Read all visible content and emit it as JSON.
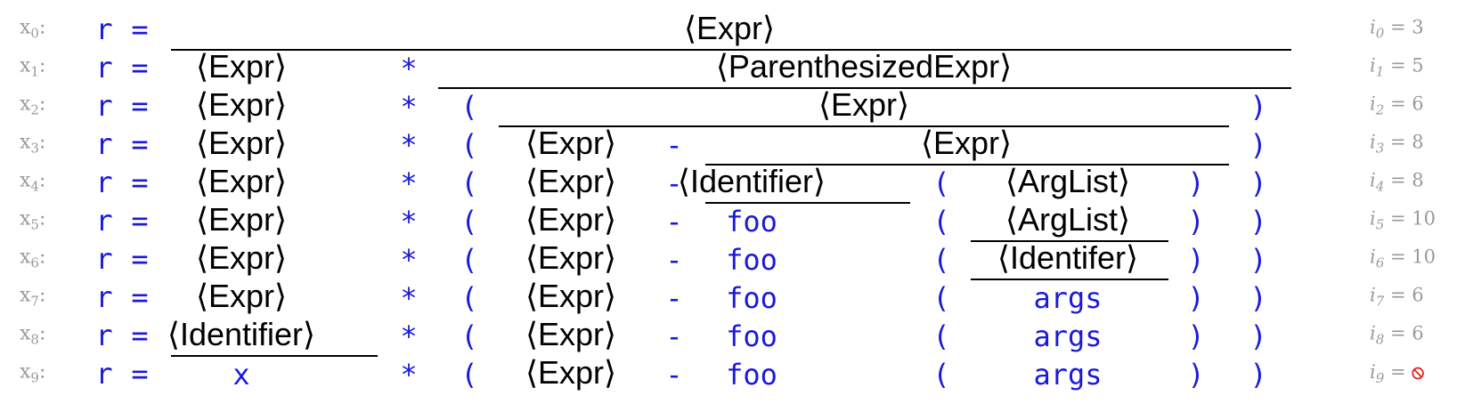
{
  "colors": {
    "terminal": "#1a1adb",
    "nonterminal": "#000000",
    "label": "#9a9a9a",
    "fail": "#e02020"
  },
  "rows": [
    {
      "var": "x",
      "sub": "0",
      "lhs": "r",
      "eq": "=",
      "tokens": [
        {
          "text": "⟨Expr⟩",
          "kind": "nt",
          "col": "full"
        }
      ],
      "index": {
        "var": "i",
        "sub": "0",
        "value": "3"
      }
    },
    {
      "var": "x",
      "sub": "1",
      "lhs": "r",
      "eq": "=",
      "tokens": [
        {
          "text": "⟨Expr⟩",
          "kind": "nt",
          "col": "a"
        },
        {
          "text": "*",
          "kind": "code",
          "col": "star"
        },
        {
          "text": "⟨ParenthesizedExpr⟩",
          "kind": "nt",
          "col": "paren-span"
        }
      ],
      "index": {
        "var": "i",
        "sub": "1",
        "value": "5"
      }
    },
    {
      "var": "x",
      "sub": "2",
      "lhs": "r",
      "eq": "=",
      "tokens": [
        {
          "text": "⟨Expr⟩",
          "kind": "nt",
          "col": "a"
        },
        {
          "text": "*",
          "kind": "code",
          "col": "star"
        },
        {
          "text": "(",
          "kind": "code",
          "col": "lp1"
        },
        {
          "text": "⟨Expr⟩",
          "kind": "nt",
          "col": "inner-span"
        },
        {
          "text": ")",
          "kind": "code",
          "col": "rp1"
        }
      ],
      "index": {
        "var": "i",
        "sub": "2",
        "value": "6"
      }
    },
    {
      "var": "x",
      "sub": "3",
      "lhs": "r",
      "eq": "=",
      "tokens": [
        {
          "text": "⟨Expr⟩",
          "kind": "nt",
          "col": "a"
        },
        {
          "text": "*",
          "kind": "code",
          "col": "star"
        },
        {
          "text": "(",
          "kind": "code",
          "col": "lp1"
        },
        {
          "text": "⟨Expr⟩",
          "kind": "nt",
          "col": "b"
        },
        {
          "text": "-",
          "kind": "code",
          "col": "minus"
        },
        {
          "text": "⟨Expr⟩",
          "kind": "nt",
          "col": "call-span"
        },
        {
          "text": ")",
          "kind": "code",
          "col": "rp1"
        }
      ],
      "index": {
        "var": "i",
        "sub": "3",
        "value": "8"
      }
    },
    {
      "var": "x",
      "sub": "4",
      "lhs": "r",
      "eq": "=",
      "tokens": [
        {
          "text": "⟨Expr⟩",
          "kind": "nt",
          "col": "a"
        },
        {
          "text": "*",
          "kind": "code",
          "col": "star"
        },
        {
          "text": "(",
          "kind": "code",
          "col": "lp1"
        },
        {
          "text": "⟨Expr⟩",
          "kind": "nt",
          "col": "b"
        },
        {
          "text": "-",
          "kind": "code",
          "col": "minus"
        },
        {
          "text": "⟨Identifier⟩",
          "kind": "nt",
          "col": "fn"
        },
        {
          "text": "(",
          "kind": "code",
          "col": "lp2"
        },
        {
          "text": "⟨ArgList⟩",
          "kind": "nt",
          "col": "arg"
        },
        {
          "text": ")",
          "kind": "code",
          "col": "rp2"
        },
        {
          "text": ")",
          "kind": "code",
          "col": "rp1"
        }
      ],
      "index": {
        "var": "i",
        "sub": "4",
        "value": "8"
      }
    },
    {
      "var": "x",
      "sub": "5",
      "lhs": "r",
      "eq": "=",
      "tokens": [
        {
          "text": "⟨Expr⟩",
          "kind": "nt",
          "col": "a"
        },
        {
          "text": "*",
          "kind": "code",
          "col": "star"
        },
        {
          "text": "(",
          "kind": "code",
          "col": "lp1"
        },
        {
          "text": "⟨Expr⟩",
          "kind": "nt",
          "col": "b"
        },
        {
          "text": "-",
          "kind": "code",
          "col": "minus"
        },
        {
          "text": "foo",
          "kind": "code",
          "col": "fn"
        },
        {
          "text": "(",
          "kind": "code",
          "col": "lp2"
        },
        {
          "text": "⟨ArgList⟩",
          "kind": "nt",
          "col": "arg"
        },
        {
          "text": ")",
          "kind": "code",
          "col": "rp2"
        },
        {
          "text": ")",
          "kind": "code",
          "col": "rp1"
        }
      ],
      "index": {
        "var": "i",
        "sub": "5",
        "value": "10"
      }
    },
    {
      "var": "x",
      "sub": "6",
      "lhs": "r",
      "eq": "=",
      "tokens": [
        {
          "text": "⟨Expr⟩",
          "kind": "nt",
          "col": "a"
        },
        {
          "text": "*",
          "kind": "code",
          "col": "star"
        },
        {
          "text": "(",
          "kind": "code",
          "col": "lp1"
        },
        {
          "text": "⟨Expr⟩",
          "kind": "nt",
          "col": "b"
        },
        {
          "text": "-",
          "kind": "code",
          "col": "minus"
        },
        {
          "text": "foo",
          "kind": "code",
          "col": "fn"
        },
        {
          "text": "(",
          "kind": "code",
          "col": "lp2"
        },
        {
          "text": "⟨Identifer⟩",
          "kind": "nt",
          "col": "arg"
        },
        {
          "text": ")",
          "kind": "code",
          "col": "rp2"
        },
        {
          "text": ")",
          "kind": "code",
          "col": "rp1"
        }
      ],
      "index": {
        "var": "i",
        "sub": "6",
        "value": "10"
      }
    },
    {
      "var": "x",
      "sub": "7",
      "lhs": "r",
      "eq": "=",
      "tokens": [
        {
          "text": "⟨Expr⟩",
          "kind": "nt",
          "col": "a"
        },
        {
          "text": "*",
          "kind": "code",
          "col": "star"
        },
        {
          "text": "(",
          "kind": "code",
          "col": "lp1"
        },
        {
          "text": "⟨Expr⟩",
          "kind": "nt",
          "col": "b"
        },
        {
          "text": "-",
          "kind": "code",
          "col": "minus"
        },
        {
          "text": "foo",
          "kind": "code",
          "col": "fn"
        },
        {
          "text": "(",
          "kind": "code",
          "col": "lp2"
        },
        {
          "text": "args",
          "kind": "code",
          "col": "arg"
        },
        {
          "text": ")",
          "kind": "code",
          "col": "rp2"
        },
        {
          "text": ")",
          "kind": "code",
          "col": "rp1"
        }
      ],
      "index": {
        "var": "i",
        "sub": "7",
        "value": "6"
      }
    },
    {
      "var": "x",
      "sub": "8",
      "lhs": "r",
      "eq": "=",
      "tokens": [
        {
          "text": "⟨Identifier⟩",
          "kind": "nt",
          "col": "a"
        },
        {
          "text": "*",
          "kind": "code",
          "col": "star"
        },
        {
          "text": "(",
          "kind": "code",
          "col": "lp1"
        },
        {
          "text": "⟨Expr⟩",
          "kind": "nt",
          "col": "b"
        },
        {
          "text": "-",
          "kind": "code",
          "col": "minus"
        },
        {
          "text": "foo",
          "kind": "code",
          "col": "fn"
        },
        {
          "text": "(",
          "kind": "code",
          "col": "lp2"
        },
        {
          "text": "args",
          "kind": "code",
          "col": "arg"
        },
        {
          "text": ")",
          "kind": "code",
          "col": "rp2"
        },
        {
          "text": ")",
          "kind": "code",
          "col": "rp1"
        }
      ],
      "index": {
        "var": "i",
        "sub": "8",
        "value": "6"
      }
    },
    {
      "var": "x",
      "sub": "9",
      "lhs": "r",
      "eq": "=",
      "tokens": [
        {
          "text": "x",
          "kind": "code",
          "col": "a"
        },
        {
          "text": "*",
          "kind": "code",
          "col": "star"
        },
        {
          "text": "(",
          "kind": "code",
          "col": "lp1"
        },
        {
          "text": "⟨Expr⟩",
          "kind": "nt",
          "col": "b"
        },
        {
          "text": "-",
          "kind": "code",
          "col": "minus"
        },
        {
          "text": "foo",
          "kind": "code",
          "col": "fn"
        },
        {
          "text": "(",
          "kind": "code",
          "col": "lp2"
        },
        {
          "text": "args",
          "kind": "code",
          "col": "arg"
        },
        {
          "text": ")",
          "kind": "code",
          "col": "rp2"
        },
        {
          "text": ")",
          "kind": "code",
          "col": "rp1"
        }
      ],
      "index": {
        "var": "i",
        "sub": "9",
        "value": "",
        "fail_icon": "no-entry-icon",
        "fail_symbol": "⦸"
      }
    }
  ],
  "expansions": [
    {
      "row": "0",
      "col": "full"
    },
    {
      "row": "1",
      "col": "paren-span"
    },
    {
      "row": "2",
      "col": "inner-span"
    },
    {
      "row": "3",
      "col": "call-span"
    },
    {
      "row": "4",
      "col": "fn"
    },
    {
      "row": "5",
      "col": "arg"
    },
    {
      "row": "6",
      "col": "arg"
    },
    {
      "row": "8",
      "col": "a"
    }
  ]
}
